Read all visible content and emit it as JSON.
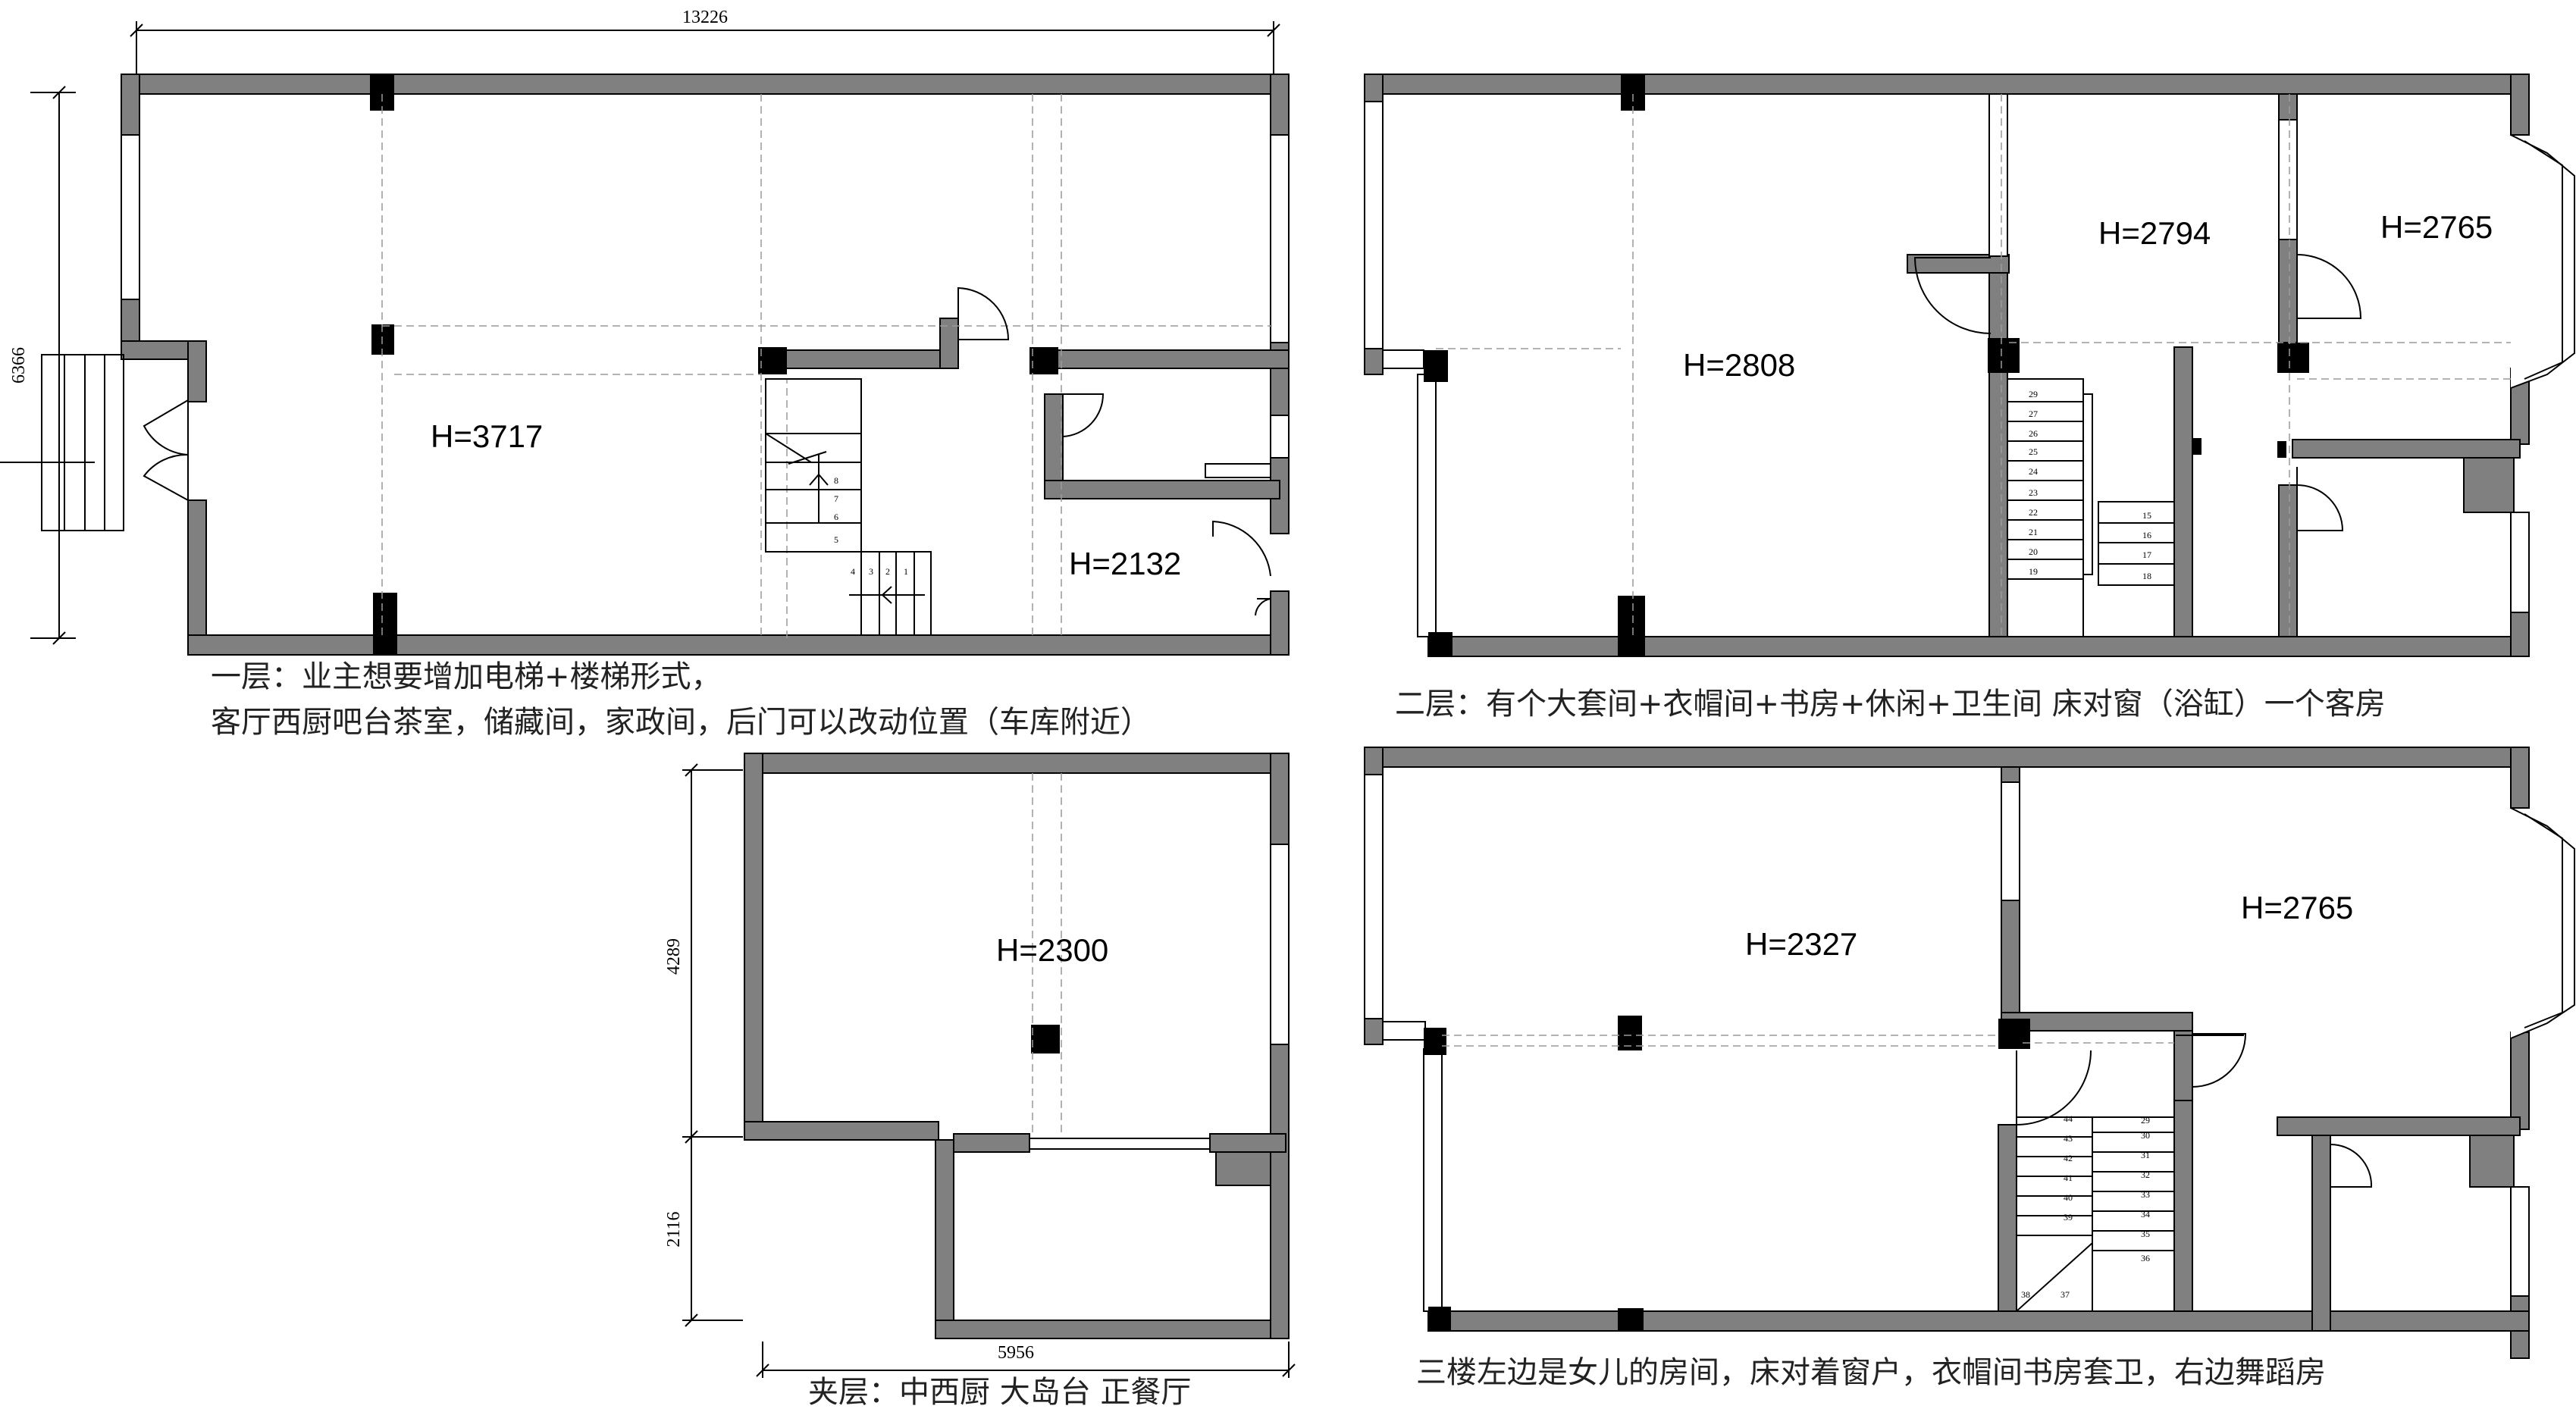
{
  "dimensions": {
    "total_width": "13226",
    "total_height": "6366",
    "mezz_upper": "4289",
    "mezz_lower": "2116",
    "mezz_width": "5956"
  },
  "floor1": {
    "label_h_main": "H=3717",
    "label_h_side": "H=2132",
    "stair_steps": [
      "8",
      "7",
      "6",
      "5",
      "4",
      "3",
      "2",
      "1"
    ],
    "caption_line1": "一层：业主想要增加电梯+楼梯形式，",
    "caption_line2": "客厅西厨吧台茶室，储藏间，家政间，后门可以改动位置（车库附近）"
  },
  "floor2": {
    "label_h_main": "H=2808",
    "label_h_mid": "H=2794",
    "label_h_right": "H=2765",
    "stair_left": [
      "29",
      "27",
      "26",
      "25",
      "24",
      "23",
      "22",
      "21",
      "20",
      "19"
    ],
    "stair_right": [
      "15",
      "16",
      "17",
      "18"
    ],
    "caption": "二层：有个大套间+衣帽间+书房+休闲+卫生间  床对窗（浴缸）一个客房"
  },
  "mezzanine": {
    "label_h": "H=2300",
    "caption": "夹层：中西厨  大岛台  正餐厅"
  },
  "floor3": {
    "label_h_left": "H=2327",
    "label_h_right": "H=2765",
    "stair_left": [
      "44",
      "43",
      "42",
      "41",
      "40",
      "39",
      "38"
    ],
    "stair_right": [
      "29",
      "30",
      "31",
      "32",
      "33",
      "34",
      "35",
      "36",
      "37"
    ],
    "caption": "三楼左边是女儿的房间，床对着窗户，衣帽间书房套卫，右边舞蹈房"
  },
  "colors": {
    "wall": "#808080",
    "column": "#000000",
    "line": "#000000"
  }
}
